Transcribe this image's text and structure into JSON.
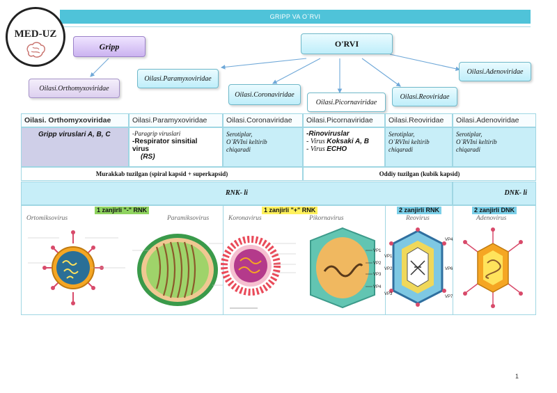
{
  "banner": "GRIPP VA O`RVI",
  "logo": "MED-UZ",
  "diagram": {
    "gripp": "Gripp",
    "orthomyxo": "Oilasi.Orthomyxoviridae",
    "orvi": "O'RVI",
    "paramyxo": "Oilasi.Paramyxoviridae",
    "corona": "Oilasi.Coronaviridae",
    "picorna": "Oilasi.Picornaviridae",
    "reo": "Oilasi.Reoviridae",
    "adeno": "Oilasi.Adenoviridae"
  },
  "table": {
    "headers": [
      "Oilasi. Orthomyxoviridae",
      "Oilasi.Paramyxoviridae",
      "Oilasi.Coronaviridae",
      "Oilasi.Picornaviridae",
      "Oilasi.Reoviridae",
      "Oilasi.Adenoviridae"
    ],
    "col1": "Gripp viruslari A, B, C",
    "col2": [
      "-Paragrip viruslari",
      "-Respirator sinsitial",
      "virus",
      "(RS)"
    ],
    "col3": [
      "Serotiplar,",
      "O`RVIni keltirib",
      "chiqaradi"
    ],
    "col4": [
      "-Rinoviruslar",
      "- Virus ",
      "Koksaki A, B",
      "- Virus ",
      "ECHO"
    ],
    "col5": [
      "Serotiplar,",
      "O`RVIni keltirib",
      "chiqaradi"
    ],
    "col6": [
      "Serotiplar,",
      "O`RVIni keltirib",
      "chiqaradi"
    ],
    "complex": "Murakkab tuzilgan (spiral kapsid + superkapsid)",
    "simple": "Oddiy tuzilgan (kubik kapsid)",
    "rnk": "RNK- li",
    "dnk": "DNK- li"
  },
  "genome": {
    "t1": "1 zanjirli \"-\" RNK",
    "t2": "1 zanjirli \"+\" RNK",
    "t3": "2 zanjirli RNK",
    "t4": "2 zanjirli DNK",
    "colors": {
      "green": "#8fd35f",
      "yellow": "#fff15c",
      "blue": "#7bcfe8"
    }
  },
  "viruses": [
    "Ortomiksovirus",
    "Paramiksovirus",
    "Koronavirus",
    "Pikornavirus",
    "Reovirus",
    "Adenovirus"
  ],
  "vp_labels": [
    "VP1",
    "VP2",
    "VP3",
    "VP4",
    "VP4",
    "VP6",
    "VP7",
    "VP1",
    "VP2",
    "VP3"
  ],
  "page_number": "1"
}
